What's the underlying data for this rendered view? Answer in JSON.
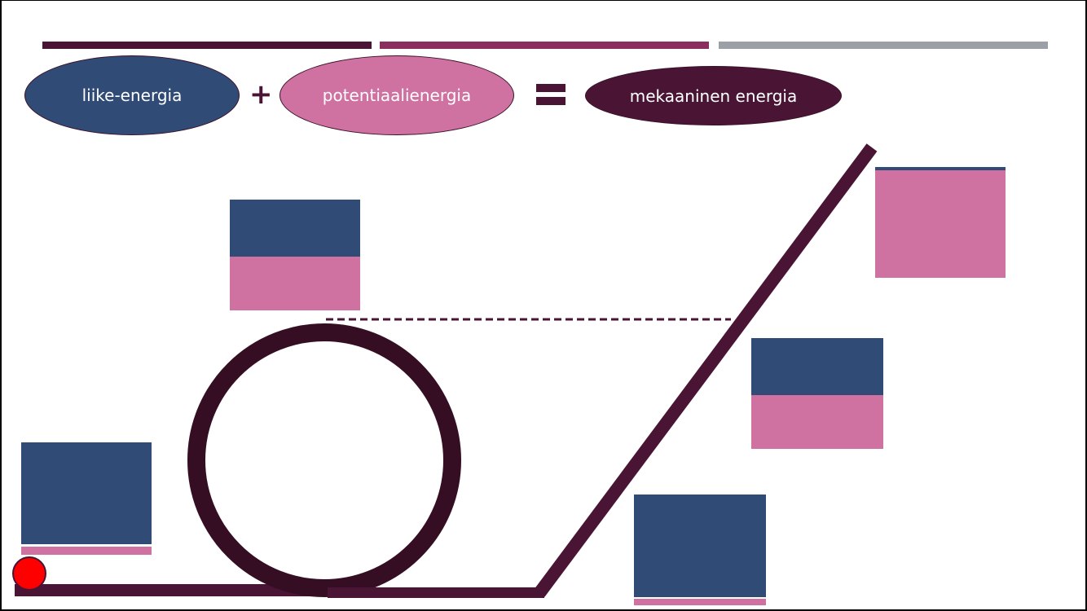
{
  "equation": {
    "term1": "liike-energia",
    "operator_plus": "+",
    "term2": "potentiaalienergia",
    "operator_equals": "=",
    "result": "mekaaninen energia"
  },
  "colors": {
    "kinetic": "#314b77",
    "potential": "#cf71a1",
    "mechanical": "#4a1535",
    "track": "#4a1535",
    "loop": "#360e24",
    "ball": "#ff0000",
    "accent_gray": "#9aa0a6",
    "accent_mid": "#8b2e5e"
  },
  "energy_bars": [
    {
      "position": "start",
      "kinetic_fraction": 0.93,
      "potential_fraction": 0.07
    },
    {
      "position": "loop-top",
      "kinetic_fraction": 0.52,
      "potential_fraction": 0.48
    },
    {
      "position": "ramp-top",
      "kinetic_fraction": 0.03,
      "potential_fraction": 0.97
    },
    {
      "position": "ramp-middle",
      "kinetic_fraction": 0.52,
      "potential_fraction": 0.48
    },
    {
      "position": "ramp-bottom",
      "kinetic_fraction": 0.94,
      "potential_fraction": 0.06
    }
  ]
}
